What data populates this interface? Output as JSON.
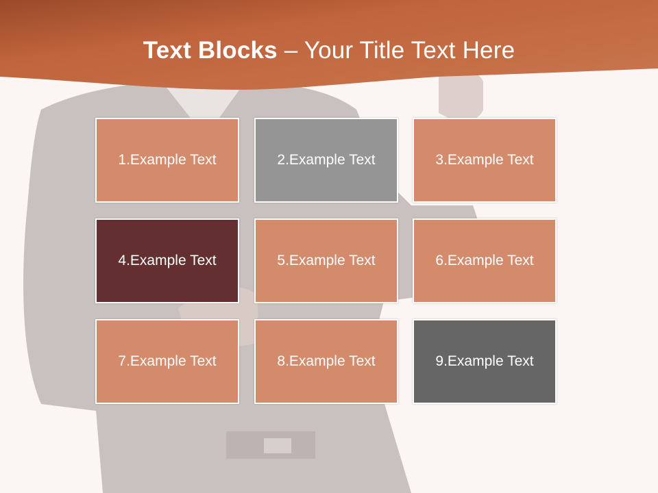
{
  "slide": {
    "title_bold": "Text Blocks",
    "title_dash": " – ",
    "title_rest": "Your Title Text Here"
  },
  "colors": {
    "header": "#c0643c",
    "tile_orange": "#d48b6c",
    "tile_gray": "#959595",
    "tile_maroon": "#632f30",
    "tile_dark": "#666666",
    "background": "#fbf6f3"
  },
  "blocks": [
    {
      "label": "1.Example Text",
      "color": "#d48b6c"
    },
    {
      "label": "2.Example Text",
      "color": "#959595"
    },
    {
      "label": "3.Example Text",
      "color": "#d48b6c"
    },
    {
      "label": "4.Example Text",
      "color": "#632f30"
    },
    {
      "label": "5.Example Text",
      "color": "#d48b6c"
    },
    {
      "label": "6.Example Text",
      "color": "#d48b6c"
    },
    {
      "label": "7.Example Text",
      "color": "#d48b6c"
    },
    {
      "label": "8.Example Text",
      "color": "#d48b6c"
    },
    {
      "label": "9.Example Text",
      "color": "#666666"
    }
  ]
}
